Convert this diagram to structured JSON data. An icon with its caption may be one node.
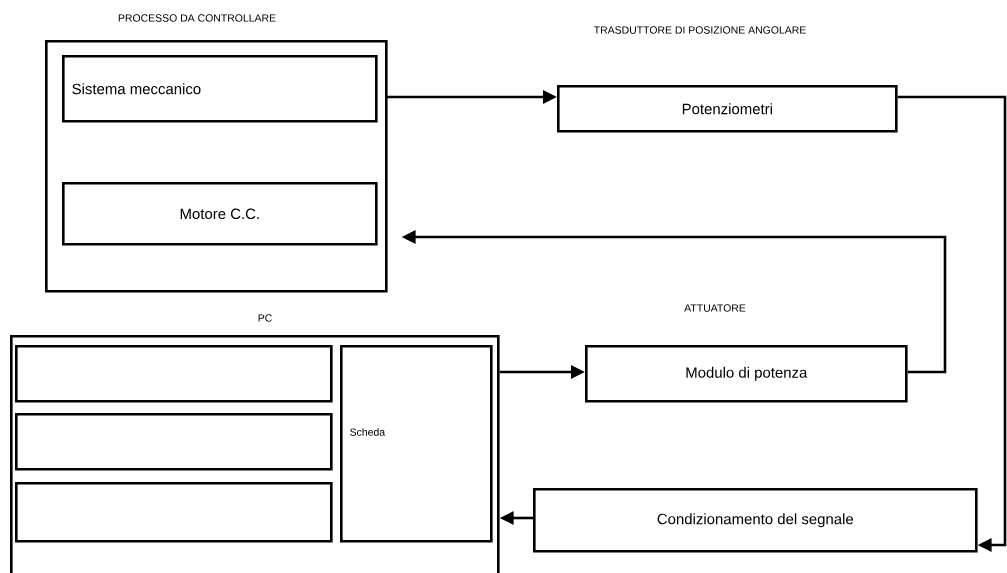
{
  "diagram": {
    "nodes": [
      {
        "text": [
          "PROCESSO DA CONTROLLARE"
        ]
      },
      {
        "text": [
          "Sistema meccanico"
        ],
        "in": 0
      },
      {
        "text": [
          "Motore C.C."
        ],
        "in": 0
      },
      {
        "text": [
          "TRASDUTTORE DI POSIZIONE ANGOLARE",
          "Potenziometri"
        ]
      },
      {
        "text": [
          "PC"
        ]
      },
      {
        "text": [],
        "shape": "box",
        "in": 4
      },
      {
        "text": [],
        "shape": "box",
        "in": 4
      },
      {
        "text": [],
        "shape": "box",
        "in": 4
      },
      {
        "text": [
          "Scheda"
        ],
        "in": 4
      },
      {
        "text": [
          "ATTUATORE",
          "Modulo di potenza"
        ]
      },
      {
        "text": [
          "Condizionamento del segnale"
        ]
      }
    ],
    "edges": [
      {
        "from": 0,
        "to": 3,
        "arrow": "to"
      },
      {
        "from": 3,
        "to": 10,
        "arrow": "to"
      },
      {
        "from": 10,
        "to": 4,
        "arrow": "to"
      },
      {
        "from": 4,
        "to": 9,
        "arrow": "to"
      },
      {
        "from": 9,
        "to": 0,
        "arrow": "to"
      }
    ]
  }
}
